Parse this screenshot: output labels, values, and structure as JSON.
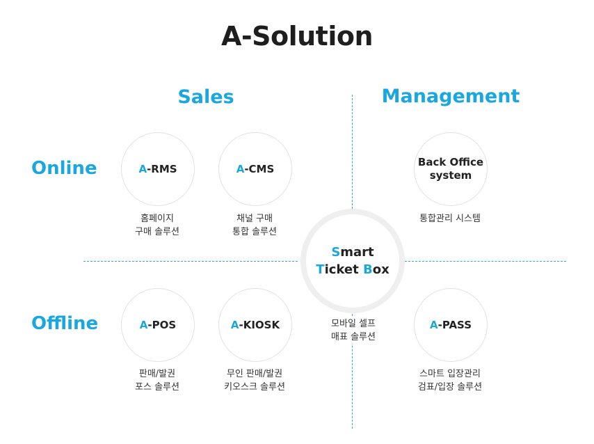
{
  "title": "A-Solution",
  "columns": {
    "sales": "Sales",
    "management": "Management"
  },
  "rows": {
    "online": "Online",
    "offline": "Offline"
  },
  "center": {
    "line1": {
      "first": "S",
      "rest": "mart"
    },
    "line2": {
      "t_first": "T",
      "t_rest": "icket ",
      "b_first": "B",
      "b_rest": "ox"
    },
    "desc1": "모바일 셀프",
    "desc2": "매표 솔루션"
  },
  "nodes": {
    "rms": {
      "prefix": "A",
      "suffix": "-RMS",
      "desc1": "홈페이지",
      "desc2": "구매 솔루션"
    },
    "cms": {
      "prefix": "A",
      "suffix": "-CMS",
      "desc1": "채널 구매",
      "desc2": "통합 솔루션"
    },
    "backoffice": {
      "label1": "Back Office",
      "label2": "system",
      "desc1": "통합관리 시스템"
    },
    "pos": {
      "prefix": "A",
      "suffix": "-POS",
      "desc1": "판매/발권",
      "desc2": "포스 솔루션"
    },
    "kiosk": {
      "prefix": "A",
      "suffix": "-KIOSK",
      "desc1": "무인 판매/발권",
      "desc2": "키오스크 솔루션"
    },
    "pass": {
      "prefix": "A",
      "suffix": "-PASS",
      "desc1": "스마트 입장관리",
      "desc2": "검표/입장 솔루션"
    }
  },
  "colors": {
    "accent": "#1aa7e0",
    "title": "#1e1e1e",
    "circle_border": "#e2e2e2"
  }
}
